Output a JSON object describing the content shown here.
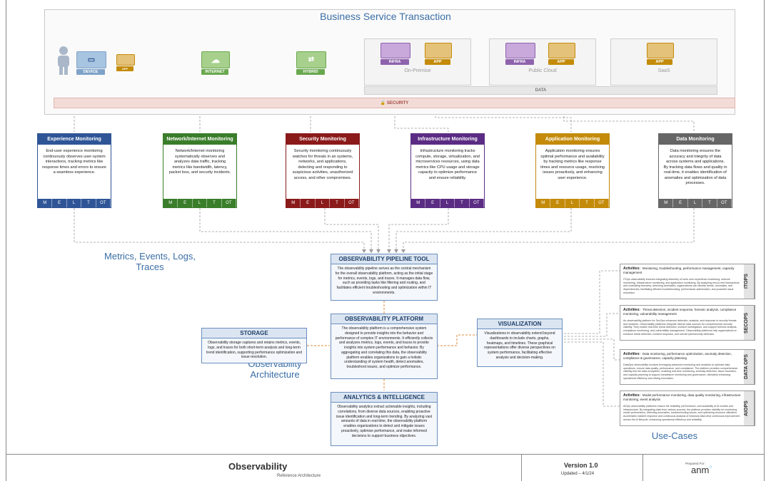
{
  "top": {
    "title": "Business Service Transaction",
    "nodes": {
      "device": "DEVICE",
      "app_small": "APP",
      "internet": "INTERNET",
      "hybrid": "HYBRID",
      "infra1": "INFRA",
      "app1": "APP",
      "infra2": "INFRA",
      "app2": "APP",
      "app3": "APP"
    },
    "environments": {
      "on_premise": "On-Premise",
      "public_cloud": "Public Cloud",
      "saas": "SaaS"
    },
    "data_strip": "DATA",
    "security_strip": "SECURITY"
  },
  "cards": [
    {
      "title": "Experience Monitoring",
      "color": "#2f5597",
      "foot": "#2f5597",
      "body": "End-user experience monitoring continuously observes user-system interactions, tracking metrics like response times and errors to ensure a seamless experience."
    },
    {
      "title": "Network/Internet Monitoring",
      "color": "#3a7d2a",
      "foot": "#3a7d2a",
      "body": "Network/Internet monitoring systematically observes and analyzes data traffic, tracking metrics like bandwidth, latency, packet loss, and security incidents."
    },
    {
      "title": "Security Monitoring",
      "color": "#8b1a1a",
      "foot": "#8b1a1a",
      "body": "Security monitoring continuously watches for threats in an systems, networks, and applications, detecting and responding to suspicious activities, unauthorized access, and other compromises."
    },
    {
      "title": "Infrastructure Monitoring",
      "color": "#5b2c83",
      "foot": "#5b2c83",
      "body": "Infrastructure monitoring tracks compute, storage, virtualization, and microservices resources, using data metrics like CPU usage and storage capacity to optimize performance and ensure reliability."
    },
    {
      "title": "Application Monitoring",
      "color": "#c48b0a",
      "foot": "#c48b0a",
      "body": "Application monitoring ensures optimal performance and availability by tracking metrics like response times and resource usage, resolving issues proactively, and enhancing user experience."
    },
    {
      "title": "Data Monitoring",
      "color": "#666666",
      "foot": "#666666",
      "body": "Data monitoring ensures the accuracy and integrity of data across systems and applications. By tracking data flows and quality in real-time, it enables identification of anomalies and optimization of data processes."
    }
  ],
  "card_foot_labels": [
    "M",
    "E",
    "L",
    "T",
    "OT"
  ],
  "metrics_label": "Metrics, Events, Logs, Traces",
  "architecture_label": "Observability Architecture",
  "usecases_label": "Use-Cases",
  "pipeline": {
    "title": "OBSERVABILITY PIPELINE TOOL",
    "body": "The observability pipeline serves as the central mechanism for the overall observability platform, acting as the initial stage for metrics, events, logs, and traces. It manages data flow, such as providing tasks like filtering and routing, and facilitates efficient troubleshooting and optimization within IT environments."
  },
  "platform": {
    "title": "OBSERVABILITY PLATFORM",
    "body": "The observability platform is a comprehensive system designed to provide insights into the behavior and performance of complex IT environments. It efficiently collects and analyzes metrics, logs, events, and traces to provide insights into system performance and behavior. By aggregating and correlating this data, the observability platform enables organizations to gain a holistic understanding of system health, detect anomalies, troubleshoot issues, and optimize performance."
  },
  "analytics": {
    "title": "ANALYTICS & INTELLIGENCE",
    "body": "Observability analytics extract actionable insights, including correlations, from diverse data sources, enabling proactive issue identification and long-term trending. By analyzing vast amounts of data in real-time, the observability platform enables organizations to detect and mitigate issues proactively, optimize performance, and make informed decisions to support business objectives."
  },
  "storage": {
    "title": "STORAGE",
    "body": "Observability storage captures and retains metrics, events, logs, and traces for both short-term analysis and long-term trend identification, supporting performance optimization and issue resolution."
  },
  "visualization": {
    "title": "VISUALIZATION",
    "body": "Visualizations in observability extend beyond dashboards to include charts, graphs, heatmaps, and timelines. These graphical representations offer diverse perspectives on system performance, facilitating effective analysis and decision-making."
  },
  "usecases": [
    {
      "side": "ITOPS",
      "act_label": "Activities:",
      "act": "Monitoring, troubleshooting, performance management, capacity management",
      "desc": "ITOps observability involves integrating telemetry of tools over experience monitoring, network monitoring, infrastructure monitoring, and application monitoring. By analyzing end-to-end transactions and correlating telemetry, detecting anomalies, organizations can identify trends, anomalies, and dependencies, facilitating efficient troubleshooting, performance optimization, and proactive issue resolution."
    },
    {
      "side": "SECOPS",
      "act_label": "Activities:",
      "act": "Threat detection, incident response, forensic analysis, compliance monitoring, vulnerability management",
      "desc": "An observability platform for SecOps enhances detection, analysis, and response to security threats and incidents. Observability platforms integrate diverse data sources for comprehensive security visibility. They enable real-time threat detection, incident investigation, and support forensic analysis, compliance monitoring, and vulnerability management. Observability platforms help organizations to enhance threat detection, incident response, and overall cybersecurity defenses."
    },
    {
      "side": "DATA OPS",
      "act_label": "Activities:",
      "act": "Data monitoring, performance optimization, anomaly detection, compliance & governance, capacity planning",
      "desc": "DataOps observability involves leveraging advanced monitoring and analytics to optimize data operations, ensure data quality, performance, and compliance. The platform provides comprehensive visibility into the data ecosystem, enabling real-time monitoring, anomaly detection, issue resolution, and capacity planning to support compliance monitoring and governance, ultimately enhancing operational efficiency and driving innovation."
    },
    {
      "side": "AIOPS",
      "act_label": "Activities:",
      "act": "Model performance monitoring, data quality monitoring, infrastructure monitoring, event analysis",
      "desc": "AIOps observability platforms ensure the reliability, performance, and scalability of AI models and infrastructure. By integrating data from various sources, the platform provides visibility for monitoring model performance, detecting anomalies, troubleshooting issues, and optimizing resource utilization. Accelerates incident response and continuous analysis of historical data drive continuous improvement across the AI lifecycle, enhancing operational efficiency and reliability."
    }
  ],
  "footer": {
    "title": "Observability",
    "subtitle": "Reference Architecture",
    "version": "Version 1.0",
    "updated": "Updated – 4/1/24",
    "prepared": "Prepared For:",
    "logo": "anm"
  }
}
